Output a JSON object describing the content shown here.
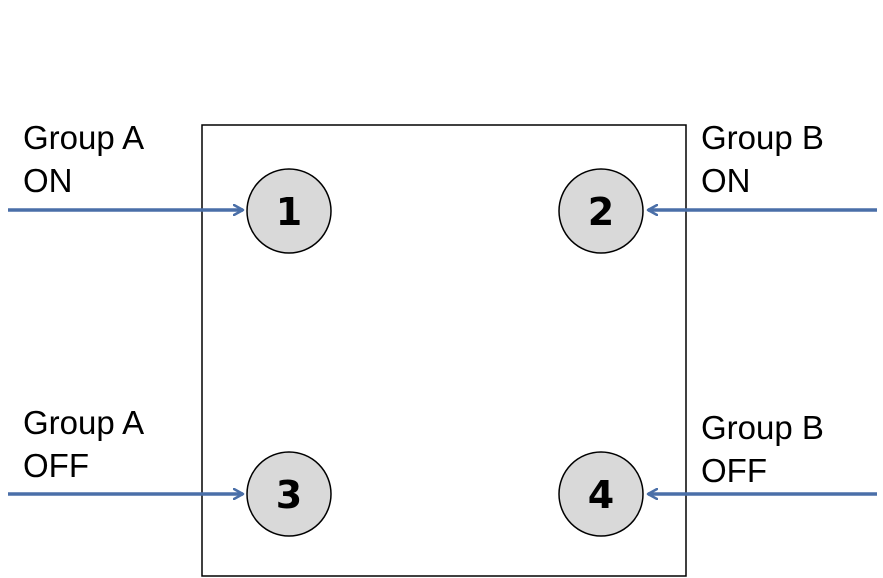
{
  "diagram": {
    "colors": {
      "arrow": "#4a6fa8",
      "badge_fill": "#d9d9d9",
      "badge_stroke": "#000000",
      "panel_stroke": "#000000"
    },
    "badges": [
      {
        "number": "1"
      },
      {
        "number": "2"
      },
      {
        "number": "3"
      },
      {
        "number": "4"
      }
    ],
    "labels": [
      {
        "line1": "Group A",
        "line2": "ON"
      },
      {
        "line1": "Group B",
        "line2": "ON"
      },
      {
        "line1": "Group A",
        "line2": "OFF"
      },
      {
        "line1": "Group B",
        "line2": "OFF"
      }
    ]
  }
}
